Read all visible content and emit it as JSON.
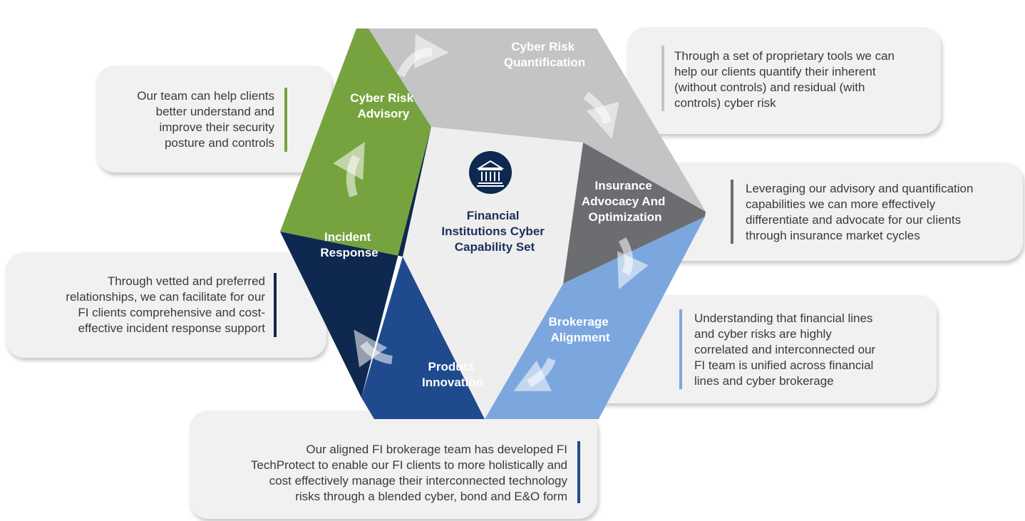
{
  "center": {
    "icon": "bank-building-icon",
    "title_lines": [
      "Financial",
      "Institutions Cyber",
      "Capability Set"
    ]
  },
  "segments": [
    {
      "id": "advisory",
      "lines": [
        "Cyber Risk",
        "Advisory"
      ],
      "color": "#77a33f"
    },
    {
      "id": "quantification",
      "lines": [
        "Cyber Risk",
        "Quantification"
      ],
      "color": "#c3c4c6"
    },
    {
      "id": "insurance",
      "lines": [
        "Insurance",
        "Advocacy And",
        "Optimization"
      ],
      "color": "#6c6d70"
    },
    {
      "id": "brokerage",
      "lines": [
        "Brokerage",
        "Alignment"
      ],
      "color": "#7ca7de"
    },
    {
      "id": "product",
      "lines": [
        "Product",
        "Innovation"
      ],
      "color": "#1f4b8e"
    },
    {
      "id": "incident",
      "lines": [
        "Incident",
        "Response"
      ],
      "color": "#0e2850"
    }
  ],
  "callouts": {
    "advisory": {
      "lines": [
        "Our team can help clients",
        "better understand and",
        "improve their security",
        "posture and controls"
      ],
      "accent": "#77a33f"
    },
    "quantification": {
      "lines": [
        "Through a set of proprietary tools we can",
        "help our clients quantify their inherent",
        "(without controls) and residual (with",
        "controls) cyber risk"
      ],
      "accent": "#c3c4c6"
    },
    "insurance": {
      "lines": [
        "Leveraging our advisory and quantification",
        "capabilities we can more effectively",
        "differentiate and advocate for our clients",
        "through insurance market cycles"
      ],
      "accent": "#6c6d70"
    },
    "brokerage": {
      "lines": [
        "Understanding that financial lines",
        "and cyber risks are highly",
        "correlated and interconnected our",
        "FI team is unified across financial",
        "lines and cyber brokerage"
      ],
      "accent": "#7ca7de"
    },
    "incident": {
      "lines": [
        "Through vetted and preferred",
        "relationships, we can facilitate for our",
        "FI clients comprehensive and cost-",
        "effective incident response support"
      ],
      "accent": "#0e2850"
    },
    "product": {
      "lines": [
        "Our aligned FI brokerage team has developed FI",
        "TechProtect to enable our FI clients to more holistically and",
        "cost effectively manage their interconnected technology",
        "risks through a blended cyber, bond and E&O form"
      ],
      "accent": "#1f4b8e"
    }
  }
}
